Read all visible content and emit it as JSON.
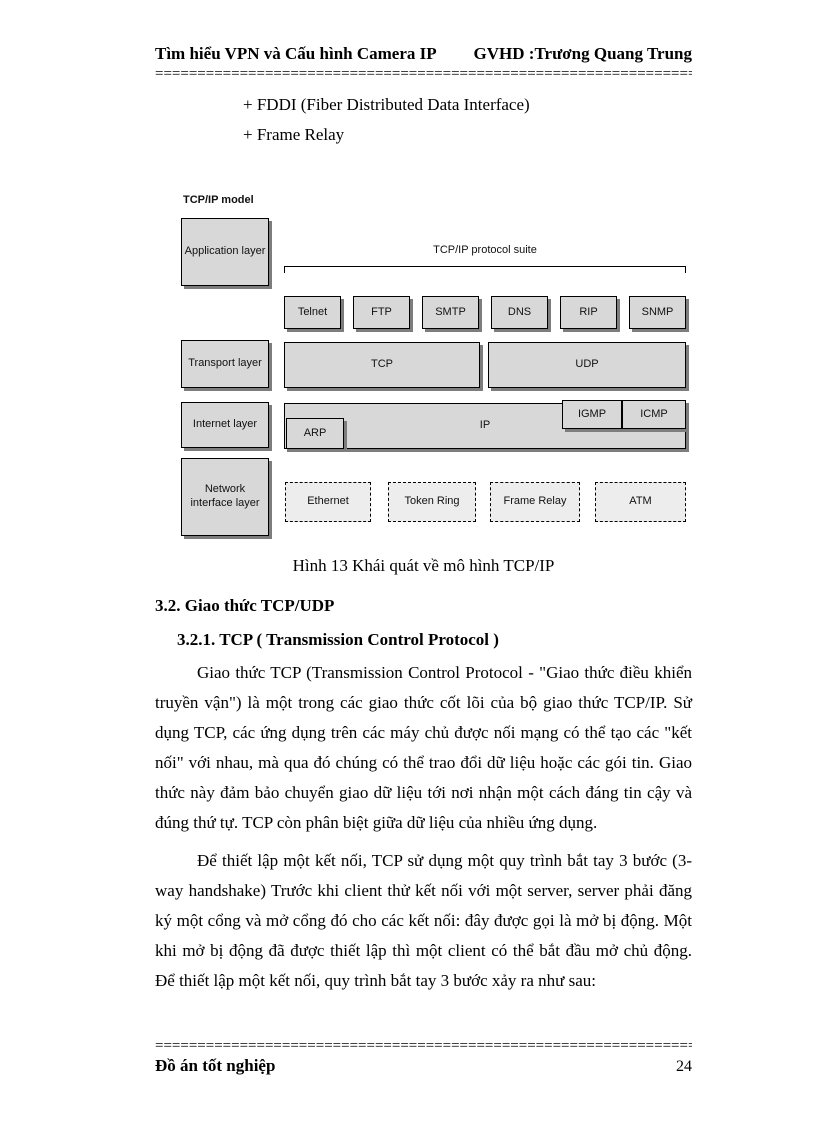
{
  "header": {
    "left": "Tìm hiểu VPN và Cấu hình Camera IP",
    "right": "GVHD  :Trương Quang Trung",
    "divider": "======================================================================"
  },
  "intro": {
    "items": [
      "+ FDDI (Fiber Distributed Data Interface)",
      "+ Frame Relay"
    ]
  },
  "diagram": {
    "model_label": "TCP/IP model",
    "suite_label": "TCP/IP protocol suite",
    "layers": [
      "Application layer",
      "Transport layer",
      "Internet layer",
      "Network interface layer"
    ],
    "app_protocols": [
      "Telnet",
      "FTP",
      "SMTP",
      "DNS",
      "RIP",
      "SNMP"
    ],
    "transport_protocols": [
      "TCP",
      "UDP"
    ],
    "internet_protocols": {
      "arp": "ARP",
      "ip": "IP",
      "igmp": "IGMP",
      "icmp": "ICMP"
    },
    "link_protocols": [
      "Ethernet",
      "Token Ring",
      "Frame Relay",
      "ATM"
    ]
  },
  "figure": {
    "caption": "Hình 13 Khái quát về mô hình TCP/IP"
  },
  "section": {
    "heading": "3.2. Giao thức TCP/UDP",
    "subheading": "3.2.1. TCP ( Transmission Control Protocol )",
    "paragraphs": [
      "Giao thức TCP (Transmission Control Protocol - \"Giao thức điều khiển truyền vận\") là một trong các giao thức cốt lõi của bộ giao thức TCP/IP. Sử dụng TCP, các ứng dụng trên các máy chủ được nối mạng có thể tạo các \"kết nối\" với nhau, mà qua đó chúng có thể trao đổi dữ liệu hoặc các gói tin. Giao thức này đảm bảo chuyển giao dữ liệu tới nơi nhận một cách đáng tin cậy và đúng thứ tự. TCP còn phân biệt giữa dữ liệu của nhiều ứng dụng.",
      "Để thiết lập một kết nối, TCP sử dụng một quy trình bắt tay 3 bước (3-way handshake) Trước khi client thử kết nối với một server, server phải đăng ký một cổng và mở cổng đó cho các kết nối: đây được gọi là mở bị động. Một khi mở bị động đã được thiết lập thì một client có thể bắt đầu mở chủ động. Để thiết lập một kết nối, quy trình bắt tay 3 bước xảy ra như sau:"
    ]
  },
  "footer": {
    "divider": "======================================================================",
    "left": "Đồ án tốt nghiệp",
    "page_number": "24"
  }
}
